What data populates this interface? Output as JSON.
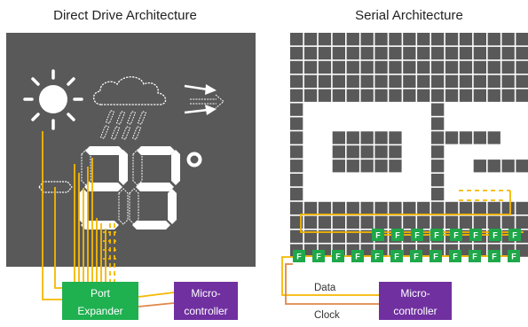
{
  "left_panel": {
    "title": "Direct Drive Architecture",
    "digits": "23",
    "degree_symbol": "°",
    "port_expander": [
      "Port",
      "Expander"
    ],
    "microcontroller": [
      "Micro-",
      "controller"
    ]
  },
  "right_panel": {
    "title": "Serial Architecture",
    "shown_digits": "02",
    "flipflop_label": "F",
    "microcontroller": [
      "Micro-",
      "controller"
    ],
    "data_label": "Data",
    "clock_label": "Clock"
  },
  "colors": {
    "panel_bg": "#595959",
    "segment": "#ffffff",
    "wire": "#f5b800",
    "clock_wire": "#e0874a",
    "port_expander": "#1fb050",
    "microcontroller": "#7030a0",
    "flipflop": "#1fa84a"
  }
}
